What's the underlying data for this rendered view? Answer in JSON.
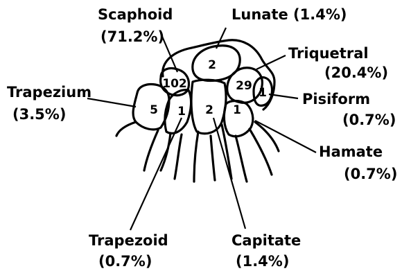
{
  "diagram": {
    "labels": {
      "scaphoid_name": "Scaphoid",
      "scaphoid_pct": "(71.2%)",
      "lunate": "Lunate (1.4%)",
      "triquetral_name": "Triquetral",
      "triquetral_pct": "(20.4%)",
      "trapezium_name": "Trapezium",
      "trapezium_pct": "(3.5%)",
      "pisiform_name": "Pisiform",
      "pisiform_pct": "(0.7%)",
      "hamate_name": "Hamate",
      "hamate_pct": "(0.7%)",
      "trapezoid_name": "Trapezoid",
      "trapezoid_pct": "(0.7%)",
      "capitate_name": "Capitate",
      "capitate_pct": "(1.4%)"
    },
    "counts": {
      "scaphoid": "102",
      "lunate": "2",
      "triquetral": "29",
      "pisiform": "1",
      "trapezium": "5",
      "trapezoid": "1",
      "capitate": "2",
      "hamate": "1"
    }
  }
}
